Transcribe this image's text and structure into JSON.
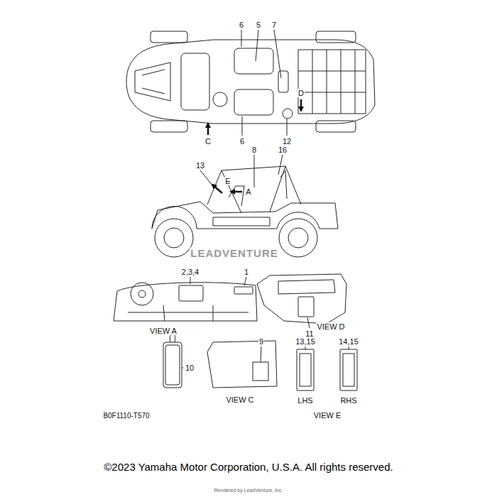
{
  "diagram": {
    "caption": "©2023 Yamaha Motor Corporation, U.S.A. All rights reserved.",
    "labels": [
      "6",
      "5",
      "7",
      "D",
      "C",
      "6",
      "12",
      "8",
      "16",
      "13",
      "E",
      "A",
      "LEADVENTURE",
      "2,3,4",
      "1",
      "VIEW A",
      "11",
      "VIEW D",
      "9",
      "10",
      "13,15",
      "14,15",
      "VIEW C",
      "LHS",
      "RHS",
      "VIEW E",
      "B0F1110-T570",
      "Rendered by LeadVenture, Inc."
    ]
  }
}
